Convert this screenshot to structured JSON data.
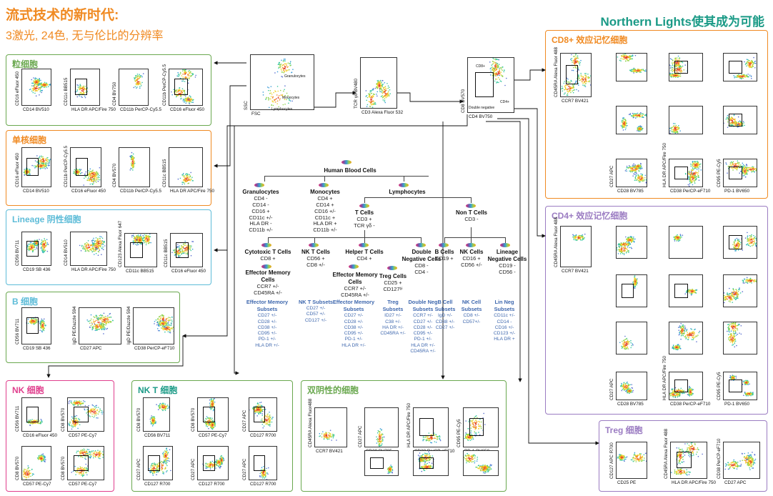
{
  "header": {
    "title": "流式技术的新时代:",
    "subtitle": "3激光, 24色, 无与伦比的分辨率",
    "brand": "Northern Lights使其成为可能"
  },
  "colors": {
    "orange": "#f08a22",
    "green": "#6aa84f",
    "blue": "#5dbcd8",
    "pink": "#e03f8d",
    "purple": "#9b7cc2",
    "teal": "#1a9a86",
    "subset": "#3f68ae"
  },
  "panels": {
    "granulocytes": {
      "title": "粒细胞"
    },
    "monocytes": {
      "title": "单核细胞"
    },
    "lineage": {
      "title": "Lineage 阴性细胞"
    },
    "bcell": {
      "title": "B 细胞"
    },
    "nk": {
      "title": "NK 细胞"
    },
    "nkt": {
      "title": "NK T 细胞"
    },
    "dn": {
      "title": "双阴性的细胞"
    },
    "cd8": {
      "title": "CD8+ 效应记忆细胞"
    },
    "cd4": {
      "title": "CD4+ 效应记忆细胞"
    },
    "treg": {
      "title": "Treg 细胞"
    }
  },
  "top": {
    "gate_labels": {
      "granulocytes": "Granulocytes",
      "monocytes": "Monocytes",
      "lymphocytes": "Lymphocytes",
      "cd8": "CD8+",
      "cd4": "CD4+",
      "dn": "Double negative"
    }
  },
  "tree": {
    "root": "Human Blood Cells",
    "granulocytes": {
      "name": "Granulocytes",
      "markers": "CD4 -\nCD14 -\nCD16 +\nCD11c +/-\nHLA DR -\nCD11b +/-"
    },
    "monocytes": {
      "name": "Monocytes",
      "markers": "CD4 +\nCD14 +\nCD16 +/-\nCD11c +\nHLA DR +\nCD11b +/-"
    },
    "lymphocytes": {
      "name": "Lymphocytes"
    },
    "tcells": {
      "name": "T Cells",
      "markers": "CD3 +\nTCR γδ -"
    },
    "nontcells": {
      "name": "Non T Cells",
      "markers": "CD3 -"
    },
    "cytotoxic": {
      "name": "Cytotoxic T Cells",
      "markers": "CD8 +"
    },
    "nkt": {
      "name": "NK T Cells",
      "markers": "CD56 +\nCD8 +/-"
    },
    "helper": {
      "name": "Helper T Cells",
      "markers": "CD4 +"
    },
    "dneg": {
      "name": "Double\nNegative Cells",
      "markers": "CD8 -\nCD4 -"
    },
    "bcells": {
      "name": "B Cells",
      "markers": "CD19 +"
    },
    "nkcells": {
      "name": "NK Cells",
      "markers": "CD16 +\nCD56 +/-"
    },
    "linneg": {
      "name": "Lineage\nNegative Cells",
      "markers": "CD19 -\nCD56 -"
    },
    "effmem8": {
      "name": "Effector Memory\nCells",
      "markers": "CCR7 +/-\nCD45RA +/-"
    },
    "effmem4": {
      "name": "Effector Memory\nCells",
      "markers": "CCR7 +/-\nCD45RA +/-"
    },
    "treg": {
      "name": "Treg Cells",
      "markers": "CD25 +\nCD127ᵇⁱ"
    },
    "s1": {
      "name": "Effector Memory\nSubsets",
      "markers": "CD27 +/-\nCD28 +/-\nCD38 +/-\nCD95 +/-\nPD-1 +/-\nHLA DR +/-"
    },
    "s2": {
      "name": "NK T Subsets",
      "markers": "CD27 +/-\nCD57 +/-\nCD127 +/-"
    },
    "s3": {
      "name": "Effector Memory\nSubsets",
      "markers": "CD27 +/-\nCD28 +/-\nCD38 +/-\nCD95 +/-\nPD-1 +/-\nHLA DR +/-"
    },
    "s4": {
      "name": "Treg\nSubsets",
      "markers": "ID27 +/-\nC38 +/-\nHA DR +/-\nCD45RA +/-"
    },
    "s5": {
      "name": "Double Neg\nSubsets",
      "markers": "CCR7 +/-\nCD27 +/-\nCD28 +/-\nCD95 +/-\nPD-1 +/-\nHLA DR +/-\nCD45RA +/-"
    },
    "s6": {
      "name": "B Cell\nSubsets",
      "markers": "IgD +/-\nCD38 +/-\nCD27 +/-"
    },
    "s7": {
      "name": "NK Cell\nSubsets",
      "markers": "CD8 +/-\nCD57+/-"
    },
    "s8": {
      "name": "Lin Neg\nSubsets",
      "markers": "CD11c +/-\nCD14 -\nCD16 +/-\nCD123 +/-\nHLA DR +"
    }
  },
  "chart_data": [
    {
      "type": "scatter",
      "title": "",
      "plots": [
        {
          "id": "top-fsc",
          "xlabel": "FSC",
          "ylabel": "SSC"
        },
        {
          "id": "top-tcr",
          "xlabel": "CD3 Alexa Fluor 532",
          "ylabel": "TCR γδ BV480"
        },
        {
          "id": "top-cd4",
          "xlabel": "CD4 BV750",
          "ylabel": "CD8 BV570"
        },
        {
          "id": "g1",
          "xlabel": "CD14 BV510",
          "ylabel": "CD16 eFluor 450"
        },
        {
          "id": "g2",
          "xlabel": "HLA DR APC/Fire 750",
          "ylabel": "CD11c BB515"
        },
        {
          "id": "g3",
          "xlabel": "CD11b PerCP-Cy5.5",
          "ylabel": "CD4 BV750"
        },
        {
          "id": "g4",
          "xlabel": "CD16 eFluor 450",
          "ylabel": "CD11b PerCP-Cy5.5"
        },
        {
          "id": "m1",
          "xlabel": "CD14 BV510",
          "ylabel": "CD16 eFluor 450"
        },
        {
          "id": "m2",
          "xlabel": "CD16 eFluor 450",
          "ylabel": "CD11b PerCP-Cy5.5"
        },
        {
          "id": "m3",
          "xlabel": "CD11b PerCP-Cy5.5",
          "ylabel": "CD4 BV570"
        },
        {
          "id": "m4",
          "xlabel": "HLA DR APC/Fire 750",
          "ylabel": "CD11c BB515"
        },
        {
          "id": "l1",
          "xlabel": "CD19 SB 436",
          "ylabel": "CD56 BV711"
        },
        {
          "id": "l2",
          "xlabel": "HLA DR APC/Fire 750",
          "ylabel": "CD14 BV510"
        },
        {
          "id": "l3",
          "xlabel": "CD11c BB515",
          "ylabel": "CD123 Alexa Fluor 647"
        },
        {
          "id": "l4",
          "xlabel": "CD16 eFluor 450",
          "ylabel": "CD11c BB515"
        },
        {
          "id": "b1",
          "xlabel": "CD19 SB 436",
          "ylabel": "CD56 BV711"
        },
        {
          "id": "b2",
          "xlabel": "CD27 APC",
          "ylabel": "IgD PE/Dazzle 594"
        },
        {
          "id": "b3",
          "xlabel": "CD38 PerCP-eF710",
          "ylabel": "IgD PE/Dazzle 594"
        },
        {
          "id": "nk1",
          "xlabel": "CD16 eFluor 450",
          "ylabel": "CD56 BV711"
        },
        {
          "id": "nk2",
          "xlabel": "CD57 PE-Cy7",
          "ylabel": "CD8 BV570"
        },
        {
          "id": "nk3",
          "xlabel": "CD57 PE-Cy7",
          "ylabel": "CD8 BV570"
        },
        {
          "id": "nk4",
          "xlabel": "CD57 PE-Cy7",
          "ylabel": "CD8 BV570"
        },
        {
          "id": "nkt1",
          "xlabel": "CD56 BV711",
          "ylabel": "CD8 BV570"
        },
        {
          "id": "nkt2",
          "xlabel": "CD57 PE-Cy7",
          "ylabel": "CD8 BV570"
        },
        {
          "id": "nkt3",
          "xlabel": "CD127 R700",
          "ylabel": "CD27 APC"
        },
        {
          "id": "nkt4",
          "xlabel": "CD127 R700",
          "ylabel": "CD27 APC"
        },
        {
          "id": "nkt5",
          "xlabel": "CD127 R700",
          "ylabel": "CD27 APC"
        },
        {
          "id": "nkt6",
          "xlabel": "CD127 R700",
          "ylabel": "CD27 APC"
        },
        {
          "id": "dn1",
          "xlabel": "CCR7 BV421",
          "ylabel": "CD45RA Alexa Fluor488"
        },
        {
          "id": "dn2",
          "xlabel": "CD28 BV785",
          "ylabel": "CD27 APC"
        },
        {
          "id": "dn3",
          "xlabel": "CD38 PerCP-eF710",
          "ylabel": "HLA DR APC/Fire 750"
        },
        {
          "id": "dn4",
          "xlabel": "PD-1 BV650",
          "ylabel": "CD95 PE-Cy5"
        },
        {
          "id": "c8-1",
          "xlabel": "CCR7 BV421",
          "ylabel": "CD45RA Alexa Fluor 488"
        },
        {
          "id": "c8-2",
          "xlabel": "CD28 BV785",
          "ylabel": "CD27 APC"
        },
        {
          "id": "c8-3",
          "xlabel": "CD38 PerCP-eF710",
          "ylabel": "HLA DR APC/Fire 750"
        },
        {
          "id": "c8-4",
          "xlabel": "PD-1 BV650",
          "ylabel": "CD95 PE-Cy5"
        },
        {
          "id": "c4-1",
          "xlabel": "CCR7 BV421",
          "ylabel": "CD45RA Alexa Fluor 488"
        },
        {
          "id": "c4-2",
          "xlabel": "CD28 BV785",
          "ylabel": "CD27 APC"
        },
        {
          "id": "c4-3",
          "xlabel": "CD38 PerCP-eF710",
          "ylabel": "HLA DR APC/Fire 750"
        },
        {
          "id": "c4-4",
          "xlabel": "PD-1 BV650",
          "ylabel": "CD95 PE-Cy5"
        },
        {
          "id": "t1",
          "xlabel": "CD25 PE",
          "ylabel": "CD127 APC R700"
        },
        {
          "id": "t2",
          "xlabel": "HLA DR APC/Fire 750",
          "ylabel": "CD45RA Alexa Fluor 488"
        },
        {
          "id": "t3",
          "xlabel": "CD27 APC",
          "ylabel": "CD38 PerCP-eF710"
        }
      ]
    }
  ]
}
